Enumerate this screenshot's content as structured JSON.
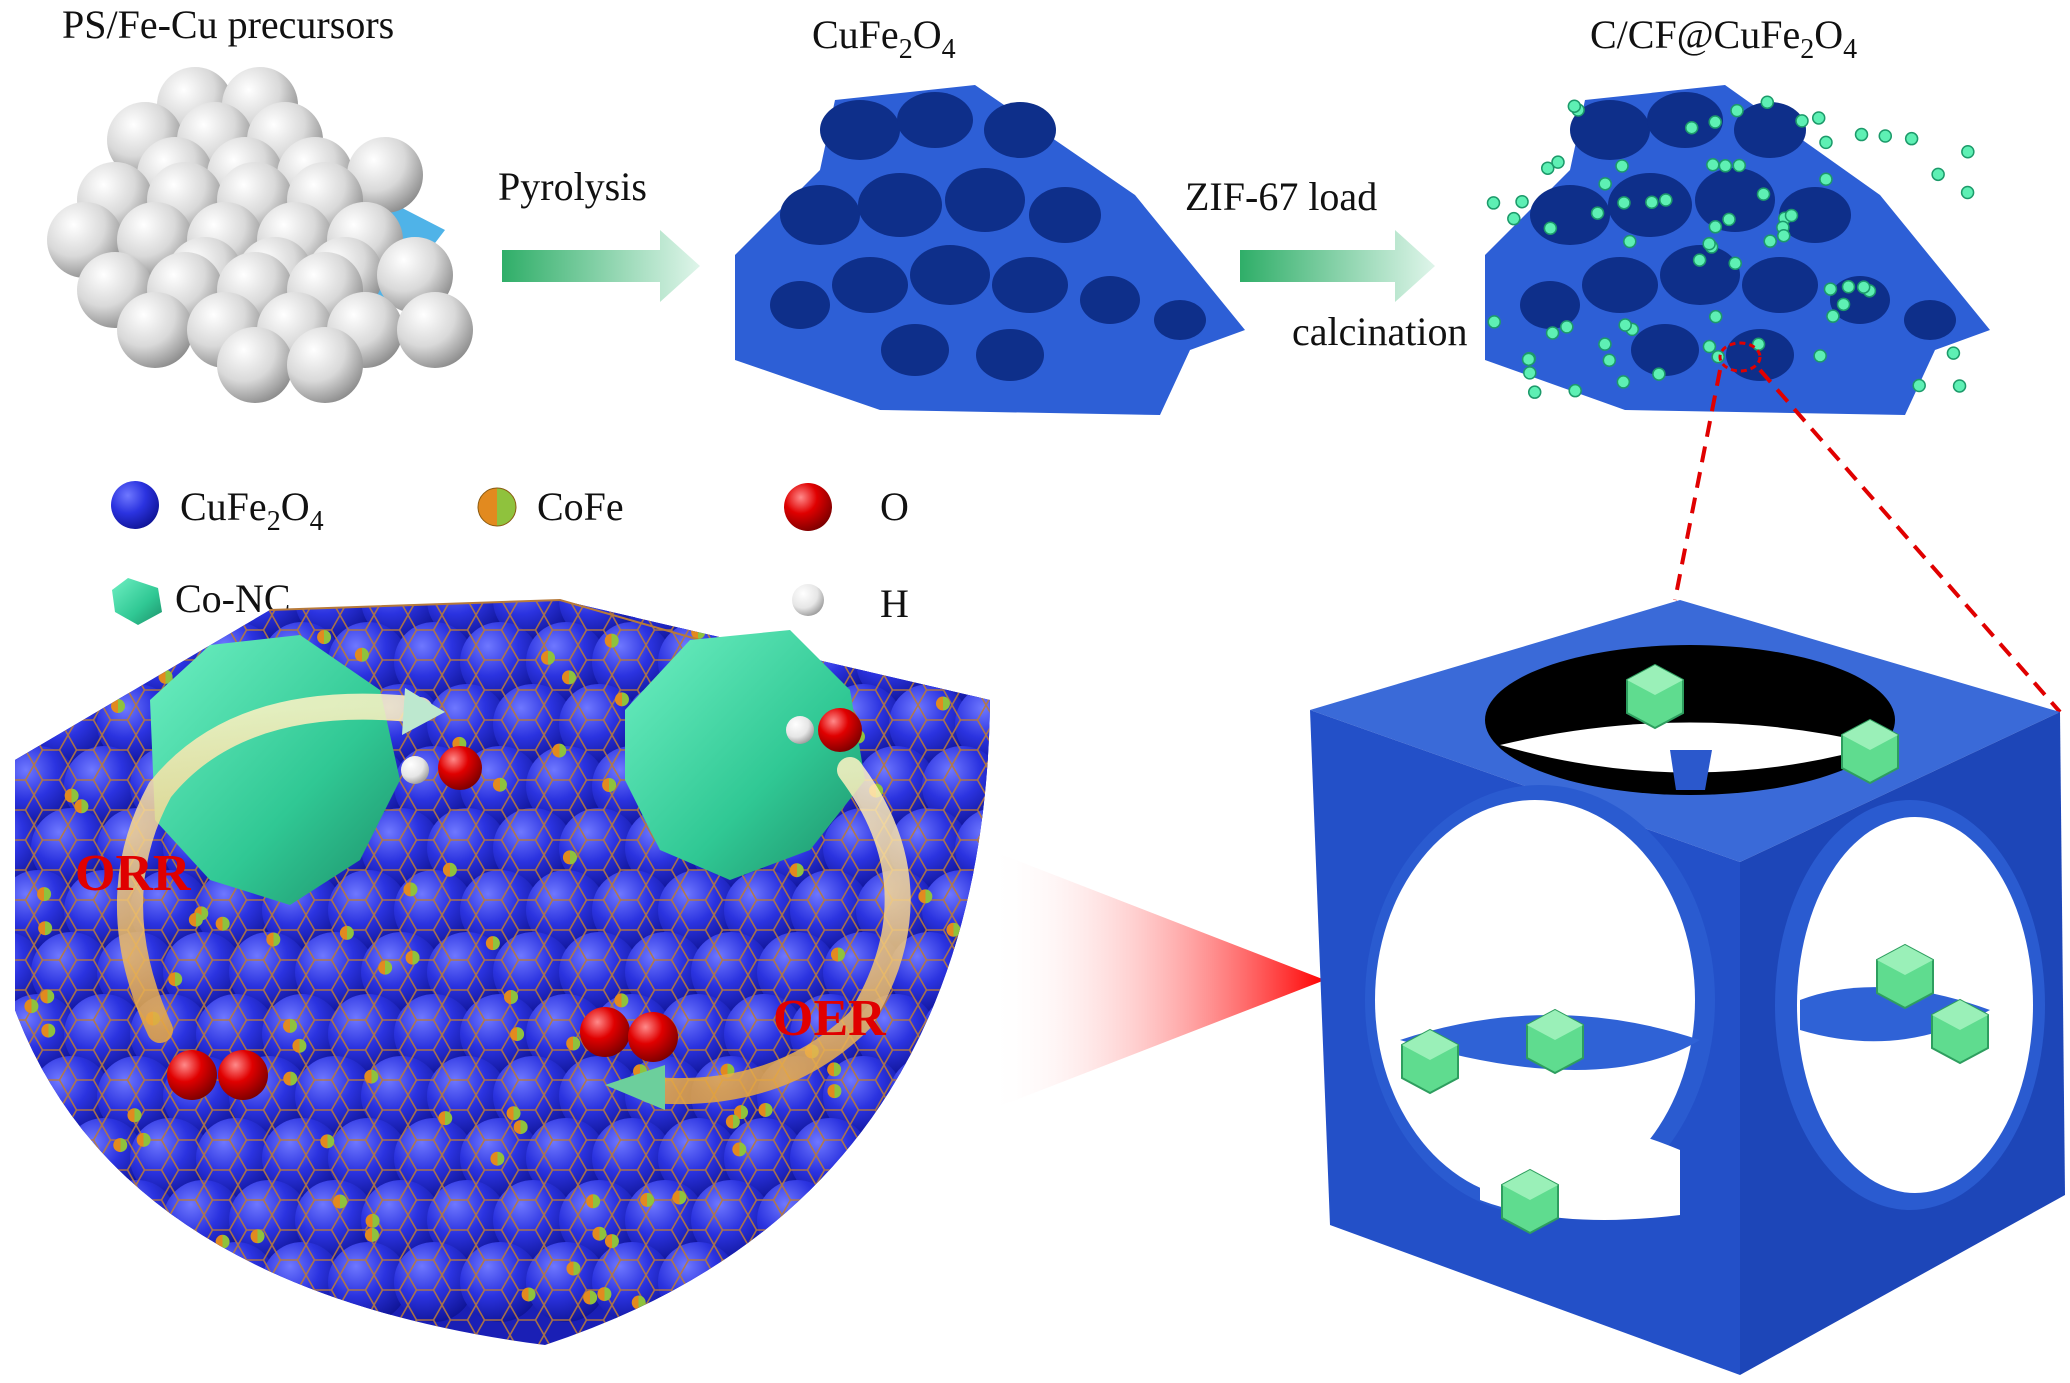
{
  "stages": {
    "precursor": {
      "label": "PS/Fe-Cu precursors"
    },
    "ferrite": {
      "label_main": "CuFe",
      "sub1": "2",
      "mid": "O",
      "sub2": "4"
    },
    "composite": {
      "label_main": "C/CF@CuFe",
      "sub1": "2",
      "mid": "O",
      "sub2": "4"
    }
  },
  "arrows": {
    "step1": {
      "label": "Pyrolysis"
    },
    "step2": {
      "label_top": "ZIF-67 load",
      "label_bottom": "calcination"
    }
  },
  "legend": {
    "cufe2o4": {
      "main": "CuFe",
      "sub1": "2",
      "mid": "O",
      "sub2": "4"
    },
    "cofe": {
      "label": "CoFe"
    },
    "o": {
      "label": "O"
    },
    "conc": {
      "label": "Co-NC"
    },
    "h": {
      "label": "H"
    }
  },
  "reactions": {
    "orr": "ORR",
    "oer": "OER"
  },
  "colors": {
    "framework_blue": "#2d5fd6",
    "sphere_blue": "#2b33e0",
    "co_nc_green": "#35d6a2",
    "oxygen_red": "#e00000",
    "arrow_green": "#3fbf7f",
    "reaction_red": "#e00000",
    "graphene": "#b77a3a"
  }
}
